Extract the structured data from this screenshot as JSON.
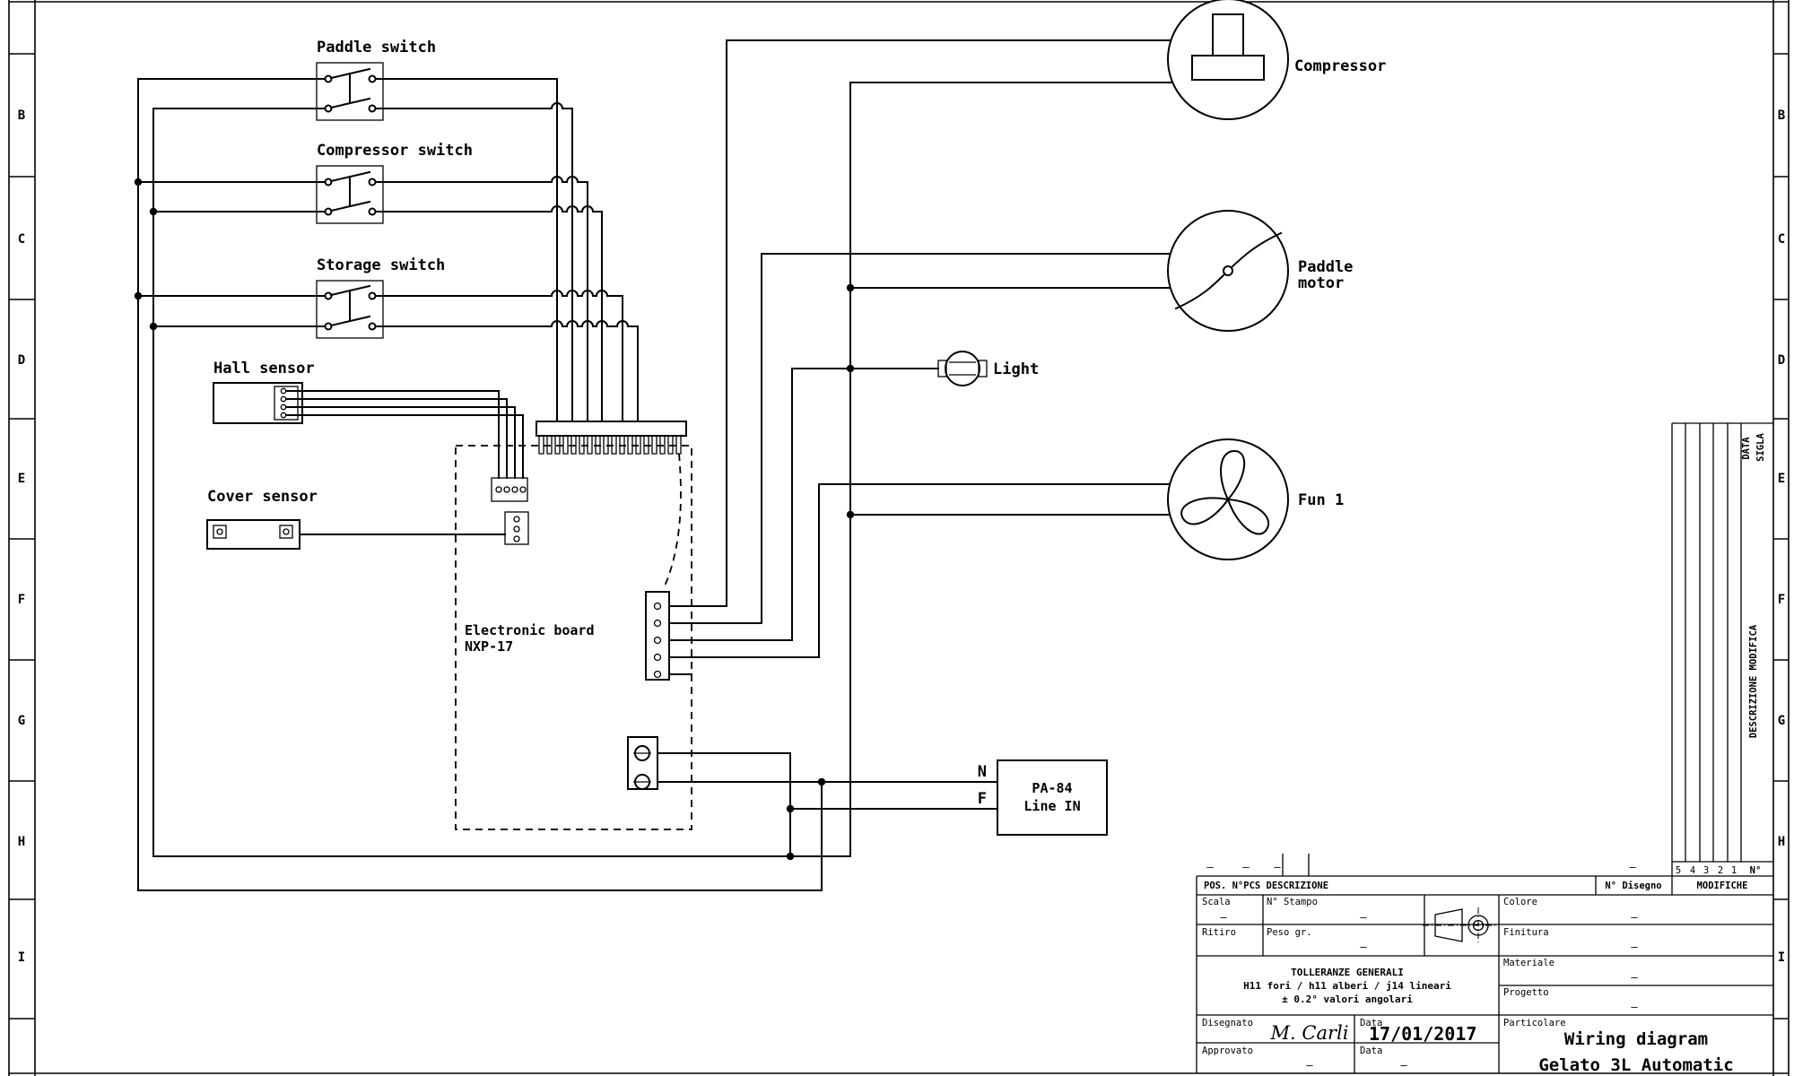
{
  "labels": {
    "paddle_switch": "Paddle switch",
    "compressor_switch": "Compressor switch",
    "storage_switch": "Storage switch",
    "hall_sensor": "Hall sensor",
    "cover_sensor": "Cover sensor",
    "board1": "Electronic board",
    "board2": "NXP-17",
    "compressor": "Compressor",
    "paddle_l1": "Paddle",
    "paddle_l2": "motor",
    "light": "Light",
    "fan": "Fun 1",
    "pa84_1": "PA-84",
    "pa84_2": "Line IN",
    "n": "N",
    "f": "F"
  },
  "frame": {
    "letters": [
      "B",
      "C",
      "D",
      "E",
      "F",
      "G",
      "H",
      "I"
    ]
  },
  "tb": {
    "pos_header": "POS. N°PCS DESCRIZIONE",
    "n_disegno": "N° Disegno",
    "modifiche": "MODIFICHE",
    "scala": "Scala",
    "n_stampo": "N° Stampo",
    "colore": "Colore",
    "ritiro": "Ritiro",
    "peso": "Peso gr.",
    "finitura": "Finitura",
    "materiale": "Materiale",
    "progetto": "Progetto",
    "tol1": "TOLLERANZE GENERALI",
    "tol2": "H11 fori / h11 alberi / j14 lineari",
    "tol3": "± 0.2° valori angolari",
    "disegnato": "Disegnato",
    "data": "Data",
    "approvato": "Approvato",
    "particolare": "Particolare",
    "author": "M. Carli",
    "date": "17/01/2017",
    "title1": "Wiring diagram",
    "title2": "Gelato 3L Automatic",
    "dash": "—"
  },
  "rev": {
    "col_data": "DATA",
    "col_sigla": "SIGLA",
    "col_descr": "DESCRIZIONE MODIFICA",
    "col_n": "N°",
    "rows": [
      "5",
      "4",
      "3",
      "2",
      "1"
    ]
  }
}
